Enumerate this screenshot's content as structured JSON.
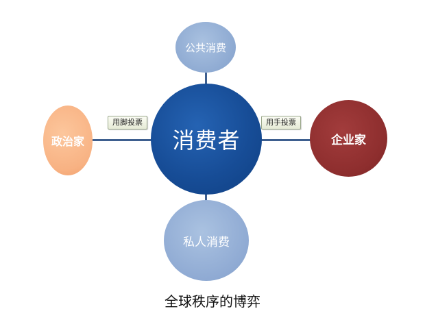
{
  "diagram": {
    "center": {
      "label": "消费者"
    },
    "top": {
      "label": "公共消费"
    },
    "bottom": {
      "label": "私人消费"
    },
    "left": {
      "label": "政治家"
    },
    "right": {
      "label": "企业家"
    },
    "left_edge_label": "用脚投票",
    "right_edge_label": "用手投票",
    "caption": "全球秩序的博弈"
  },
  "colors": {
    "center": "#174d97",
    "consumption": "#8eaad2",
    "politician": "#f8b283",
    "entrepreneur": "#8e2e2e",
    "connector": "#3e5f8f"
  }
}
